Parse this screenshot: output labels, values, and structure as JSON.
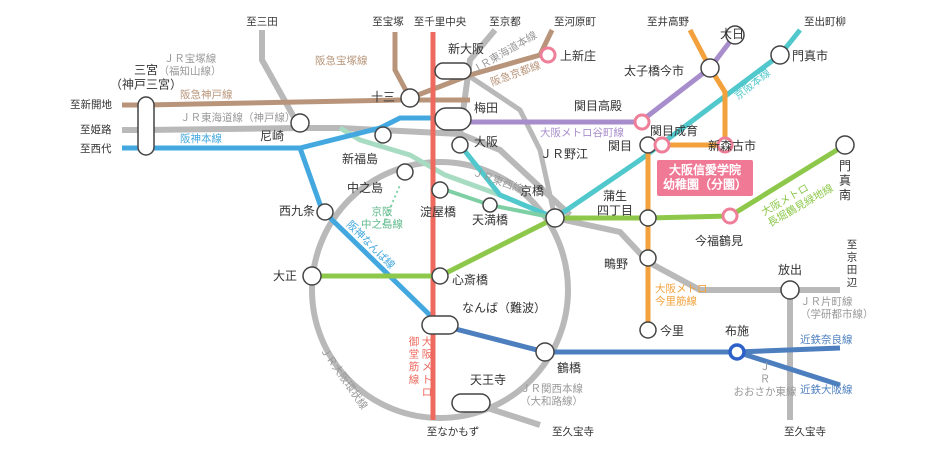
{
  "colors": {
    "jr_loop": "#b9b9b9",
    "jr_tozai": "#a8dcc2",
    "hankyu": "#b8957a",
    "hanshin": "#43a8df",
    "midosuji": "#ee6a5f",
    "chuo": "#8dbf5a",
    "nagahori": "#8dc84b",
    "tanimachi": "#a88dcc",
    "imazato": "#f2a13c",
    "keihan": "#50c8cc",
    "kintetsu": "#4d7fbf",
    "sakaisuji": "#f2a13c",
    "keihan_nakanoshima": "#7fcfa5",
    "kindergarten": "#f07a96"
  },
  "stations": {
    "sannomiya": "三宮\n（神戸三宮）",
    "amagasaki": "尼崎",
    "juso": "十三",
    "shinosaka": "新大阪",
    "kamishinjo": "上新庄",
    "umeda": "梅田",
    "osaka": "大阪",
    "shinfukushima": "新福島",
    "nakanoshima": "中之島",
    "yodoyabashi": "淀屋橋",
    "temmabashi": "天満橋",
    "jr_noe": "ＪＲ野江",
    "kyobashi": "京橋",
    "gamo": "蒲生\n四丁目",
    "nishikujo": "西九条",
    "taisho": "大正",
    "shinsaibashi": "心斎橋",
    "namba": "なんば（難波）",
    "tsuruhashi": "鶴橋",
    "tennoji": "天王寺",
    "shigino": "鴫野",
    "imazato": "今里",
    "fuse": "布施",
    "hanaten": "放出",
    "sekime": "関目",
    "sekimetakadono": "関目高殿",
    "sekimeseiiku": "関目成育",
    "shinmoriko": "新森古市",
    "imafukutsurumi": "今福鶴見",
    "taishibashi": "太子橋今市",
    "dainichi": "大日",
    "kadoma": "門真市",
    "kadomaminami": "門\n真\n南"
  },
  "directions": {
    "sanda": "至三田",
    "shinkaichi": "至新開地",
    "himeji": "至姫路",
    "nishidai": "至西代",
    "takarazuka": "至宝塚",
    "senri": "至千里中央",
    "kyoto": "至京都",
    "kawaramachi": "至河原町",
    "inotakano": "至井高野",
    "demachiyanagi": "至出町柳",
    "kyotanabe": "至\n京\n田\n辺",
    "nakamozu": "至なかもず",
    "kubo1": "至久宝寺",
    "kubo2": "至久宝寺"
  },
  "lines": {
    "jr_takarazuka": "ＪＲ宝塚線\n（福知山線）",
    "hankyu_takarazuka": "阪急宝塚線",
    "hankyu_kobe": "阪急神戸線",
    "jr_tokaido_kobe": "ＪＲ東海道線（神戸線）",
    "hanshin_main": "阪神本線",
    "jr_tokaido_main": "ＪＲ東海道本線",
    "hankyu_kyoto": "阪急京都線",
    "tanimachi": "大阪メトロ谷町線",
    "keihan_main": "京阪本線",
    "jr_tozai": "ＪＲ東西線",
    "keihan_nakanoshima": "京阪\n中之島線",
    "hanshin_namba": "阪神なんば線",
    "midosuji": "御\n堂\n筋\n線",
    "metro_label": "大\n阪\nメ\nト\nロ",
    "nagahori": "大阪メトロ\n長堀鶴見緑地線",
    "imazato": "大阪メトロ\n今里筋線",
    "jr_katamachi": "ＪＲ片町線\n（学研都市線）",
    "jr_osaka_higashi": "Ｊ\nＲ\nおおさか東線",
    "kintetsu_nara": "近鉄奈良線",
    "kintetsu_osaka": "近鉄大阪線",
    "jr_kansai": "ＪＲ関西本線\n（大和路線）",
    "jr_loop": "ＪＲ大阪環状線"
  },
  "highlight": {
    "title": "大阪信愛学院\n幼稚園（分園）"
  }
}
